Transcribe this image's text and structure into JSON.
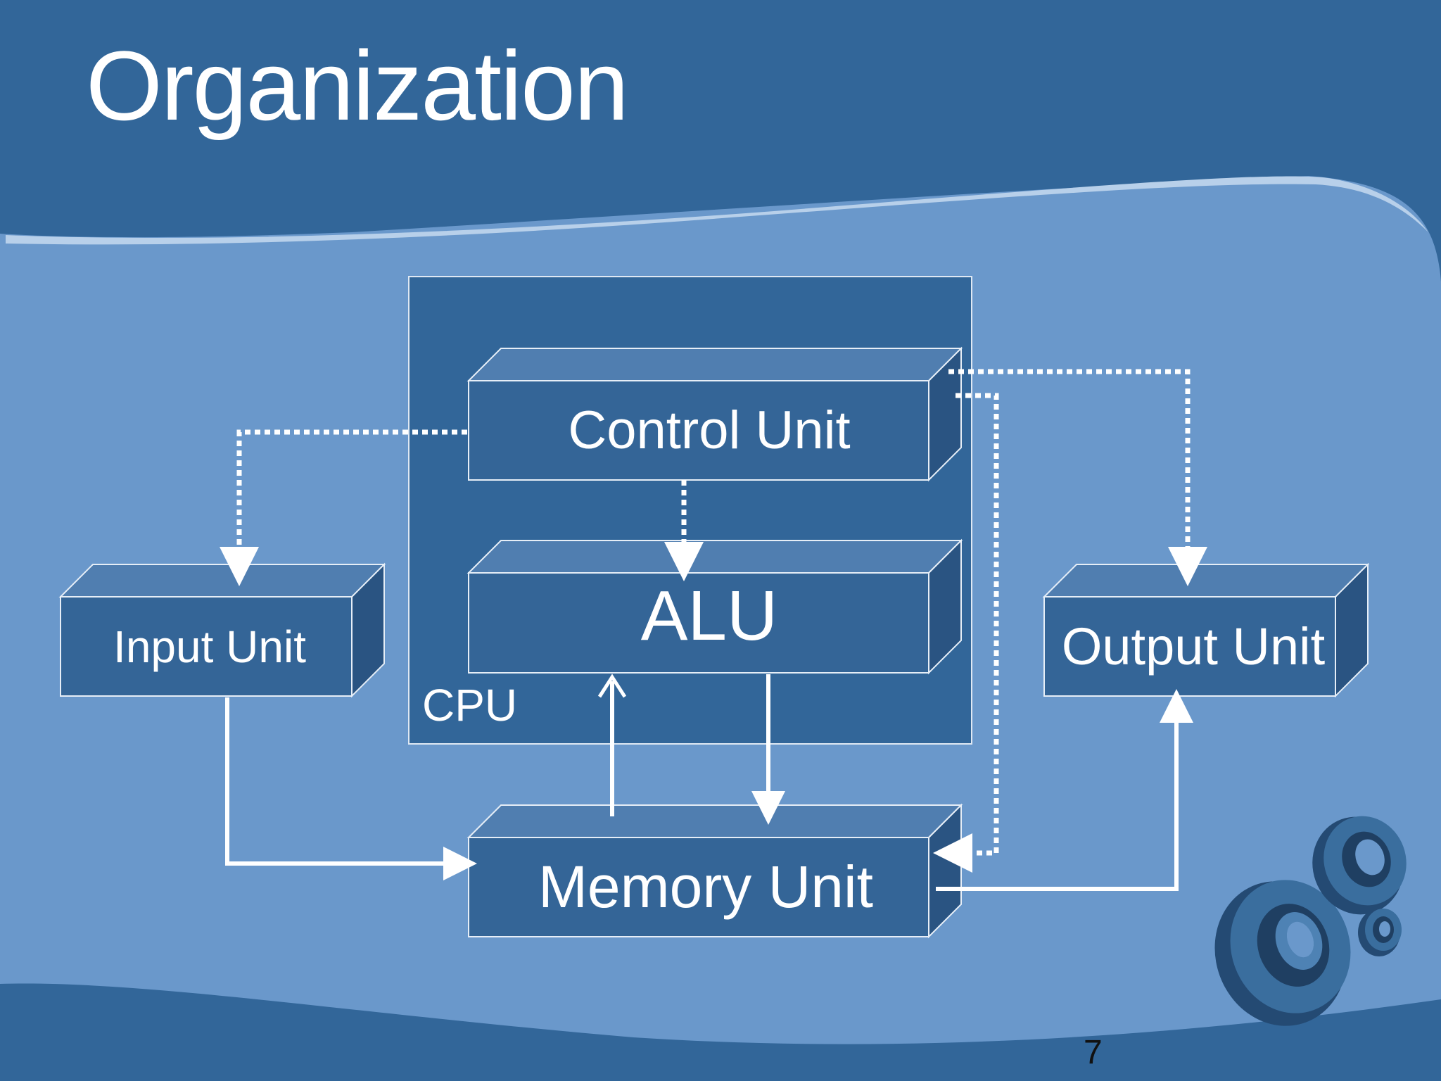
{
  "slide": {
    "title": "Organization",
    "page_number": "7",
    "colors": {
      "background_light": "#6a98cb",
      "background_dark": "#326699",
      "box_front": "#346597",
      "box_top": "#507eb0",
      "box_side": "#2a5482",
      "line": "#ffffff"
    }
  },
  "diagram": {
    "cpu_label": "CPU",
    "units": {
      "control": "Control Unit",
      "alu": "ALU",
      "input": "Input Unit",
      "output": "Output Unit",
      "memory": "Memory Unit"
    }
  }
}
